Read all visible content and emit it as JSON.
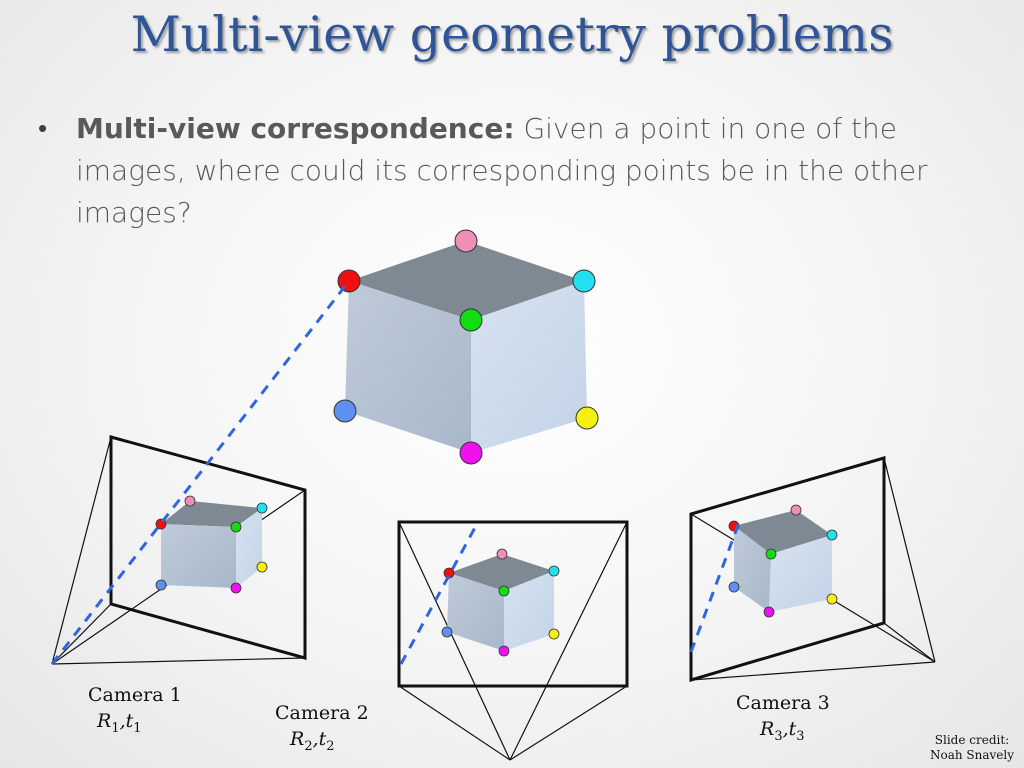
{
  "slide": {
    "title": "Multi-view geometry problems",
    "bullet": {
      "term": "Multi-view correspondence:",
      "description": "Given a point in one of the images, where could its corresponding points be in the other images?"
    }
  },
  "cameras": [
    {
      "label": "Camera 1",
      "param_r": "R",
      "param_t": "t",
      "index": "1"
    },
    {
      "label": "Camera 2",
      "param_r": "R",
      "param_t": "t",
      "index": "2"
    },
    {
      "label": "Camera 3",
      "param_r": "R",
      "param_t": "t",
      "index": "3"
    }
  ],
  "credit": {
    "line1": "Slide credit:",
    "line2": "Noah Snavely"
  },
  "colors": {
    "title": "#2f5597",
    "cube_top": "#808a95",
    "cube_left": "#b4c2d3",
    "cube_right": "#cbdaec",
    "epipolar_line": "#2f65de",
    "point_pink": "#ef8fb8",
    "point_red": "#ee1111",
    "point_cyan": "#22e0ee",
    "point_green": "#11dd11",
    "point_blue": "#5f8ff0",
    "point_yellow": "#f4f011",
    "point_magenta": "#ef11ee"
  }
}
